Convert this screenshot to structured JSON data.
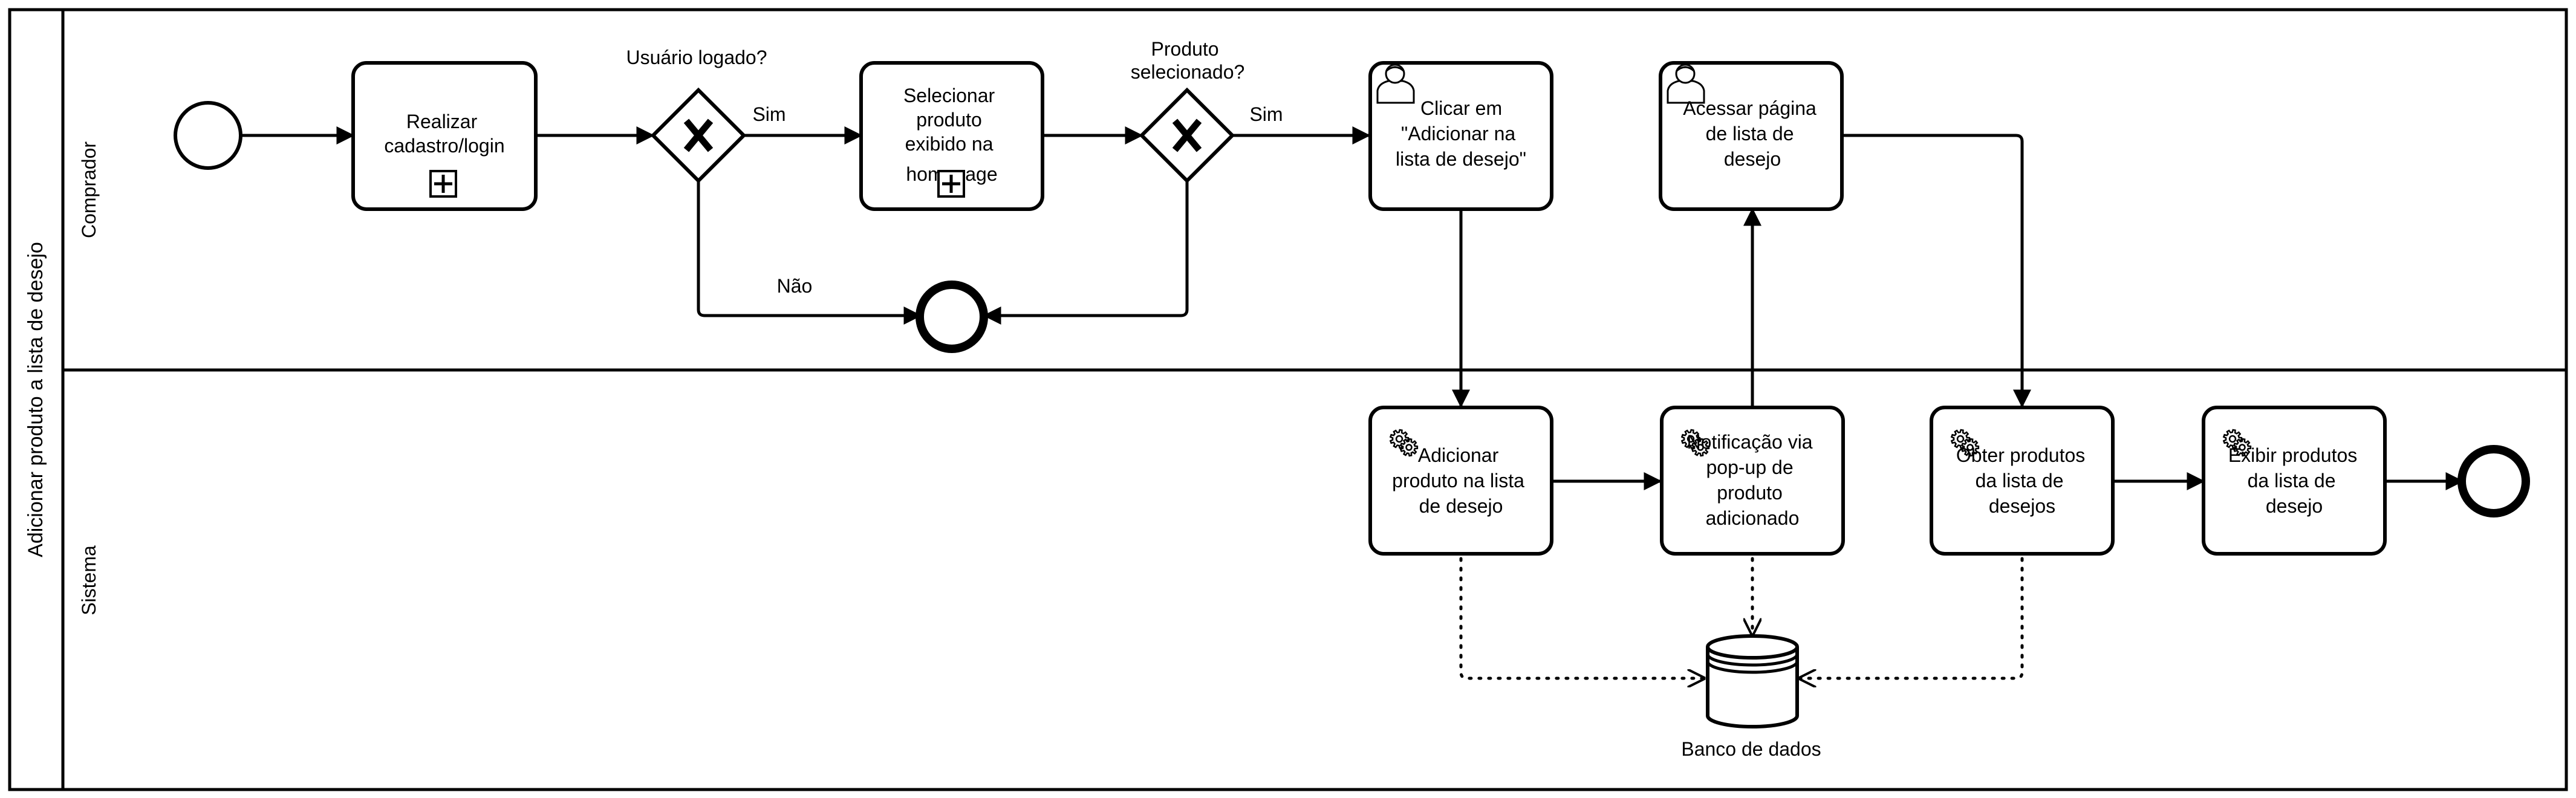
{
  "pool": {
    "label": "Adicionar produto a lista de desejo"
  },
  "lanes": [
    {
      "id": "comprador",
      "label": "Comprador"
    },
    {
      "id": "sistema",
      "label": "Sistema"
    }
  ],
  "tasks": {
    "realizar_cadastro": {
      "lines": [
        "Realizar",
        "cadastro/login"
      ],
      "type": "subprocess"
    },
    "selecionar_produto": {
      "lines": [
        "Selecionar",
        "produto",
        "exibido na",
        "homepage"
      ],
      "type": "subprocess"
    },
    "clicar_adicionar": {
      "lines": [
        "Clicar em",
        "\"Adicionar na",
        "lista de desejo\""
      ],
      "type": "user"
    },
    "acessar_pagina": {
      "lines": [
        "Acessar página",
        "de lista de",
        "desejo"
      ],
      "type": "user"
    },
    "adicionar_produto": {
      "lines": [
        "Adicionar",
        "produto na lista",
        "de desejo"
      ],
      "type": "service"
    },
    "notificacao": {
      "lines": [
        "Notificação via",
        "pop-up de",
        "produto",
        "adicionado"
      ],
      "type": "service"
    },
    "obter_produtos": {
      "lines": [
        "Obter produtos",
        "da lista de",
        "desejos"
      ],
      "type": "service"
    },
    "exibir_produtos": {
      "lines": [
        "Exibir produtos",
        "da lista de",
        "desejo"
      ],
      "type": "service"
    }
  },
  "gateways": {
    "usuario_logado": {
      "lines": [
        "Usuário logado?"
      ]
    },
    "produto_selecionado": {
      "lines": [
        "Produto",
        "selecionado?"
      ]
    }
  },
  "flow_labels": {
    "sim_1": "Sim",
    "sim_2": "Sim",
    "nao": "Não"
  },
  "data_store": {
    "label": "Banco de dados"
  },
  "icons": {
    "subprocess": "subprocess-plus-marker-icon",
    "user": "user-task-icon",
    "service": "gear-icon"
  }
}
